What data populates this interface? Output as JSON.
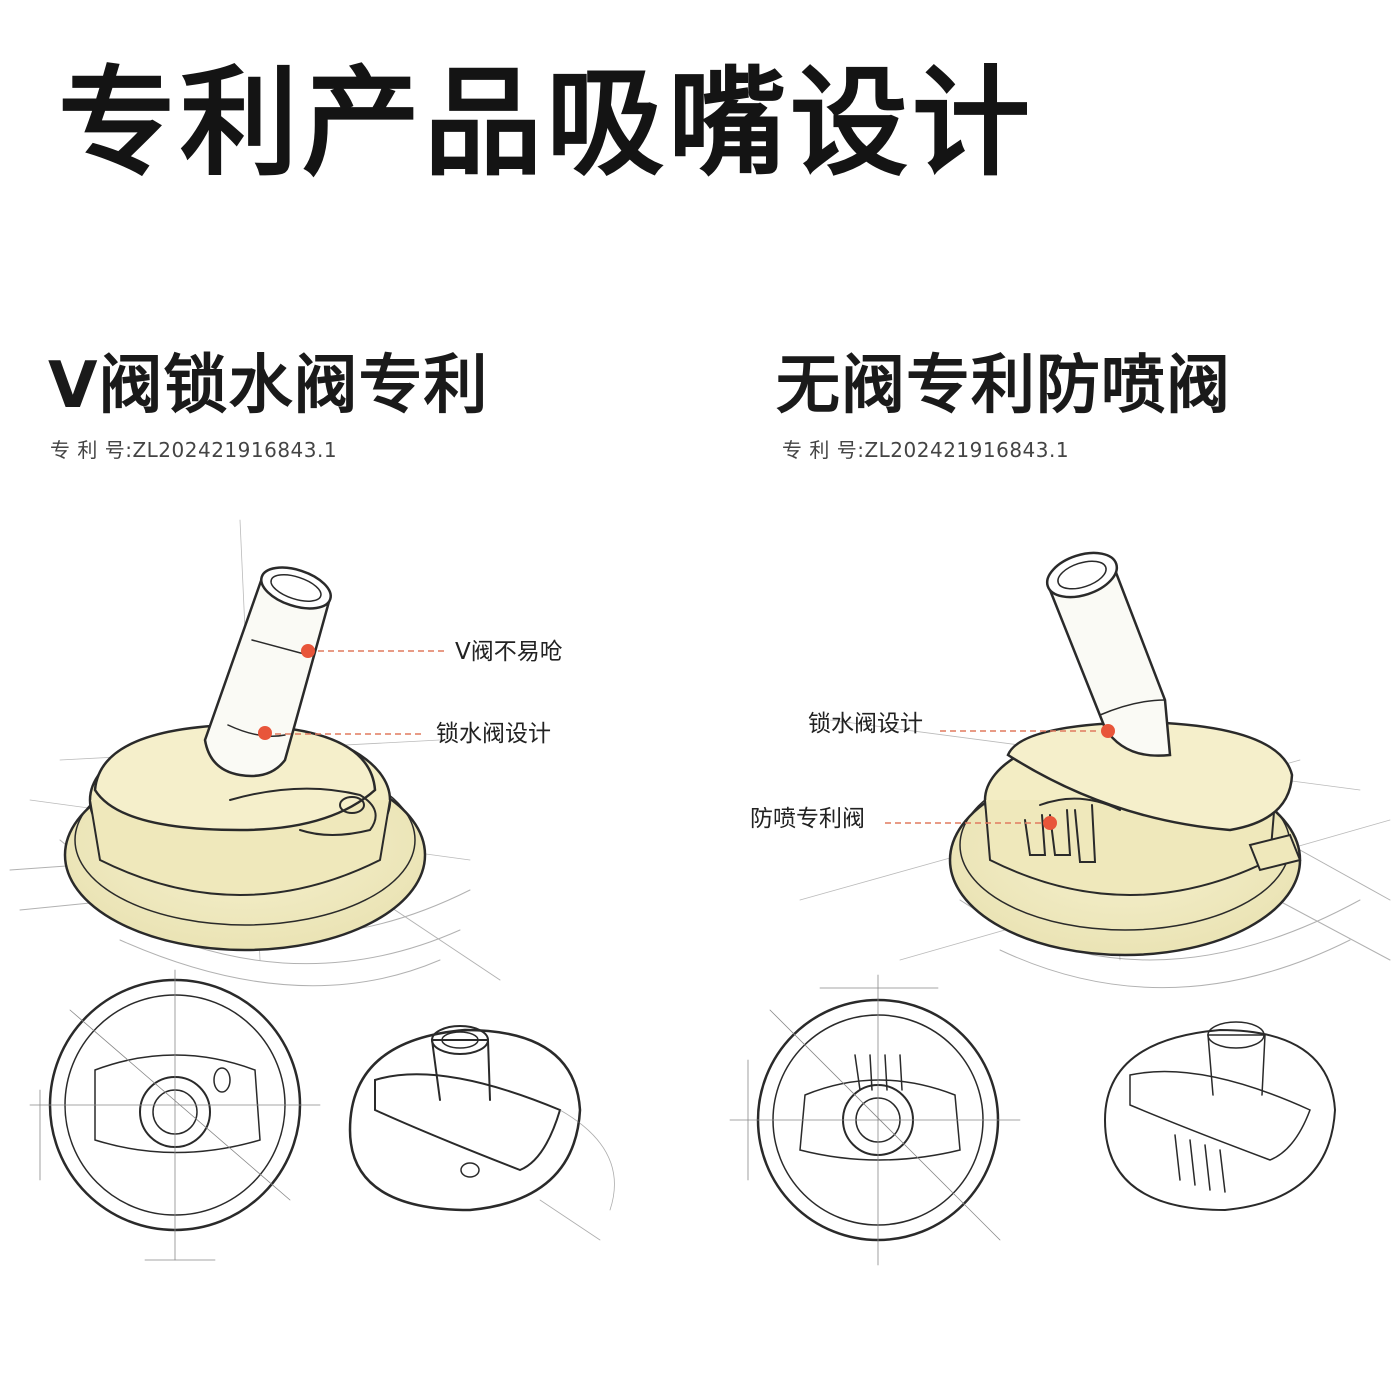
{
  "page": {
    "title": "专利产品吸嘴设计"
  },
  "left_section": {
    "title": "V阀锁水阀专利",
    "patent_number": "专 利 号:ZL202421916843.1",
    "callouts": [
      {
        "label": "V阀不易呛"
      },
      {
        "label": "锁水阀设计"
      }
    ]
  },
  "right_section": {
    "title": "无阀专利防喷阀",
    "patent_number": "专 利 号:ZL202421916843.1",
    "callouts": [
      {
        "label": "锁水阀设计"
      },
      {
        "label": "防喷专利阀"
      }
    ]
  },
  "colors": {
    "accent_dot": "#e8553a",
    "leader_line": "#e07a5f",
    "body_tint": "#f3edc4",
    "sketch_line": "#2a2a2a"
  }
}
